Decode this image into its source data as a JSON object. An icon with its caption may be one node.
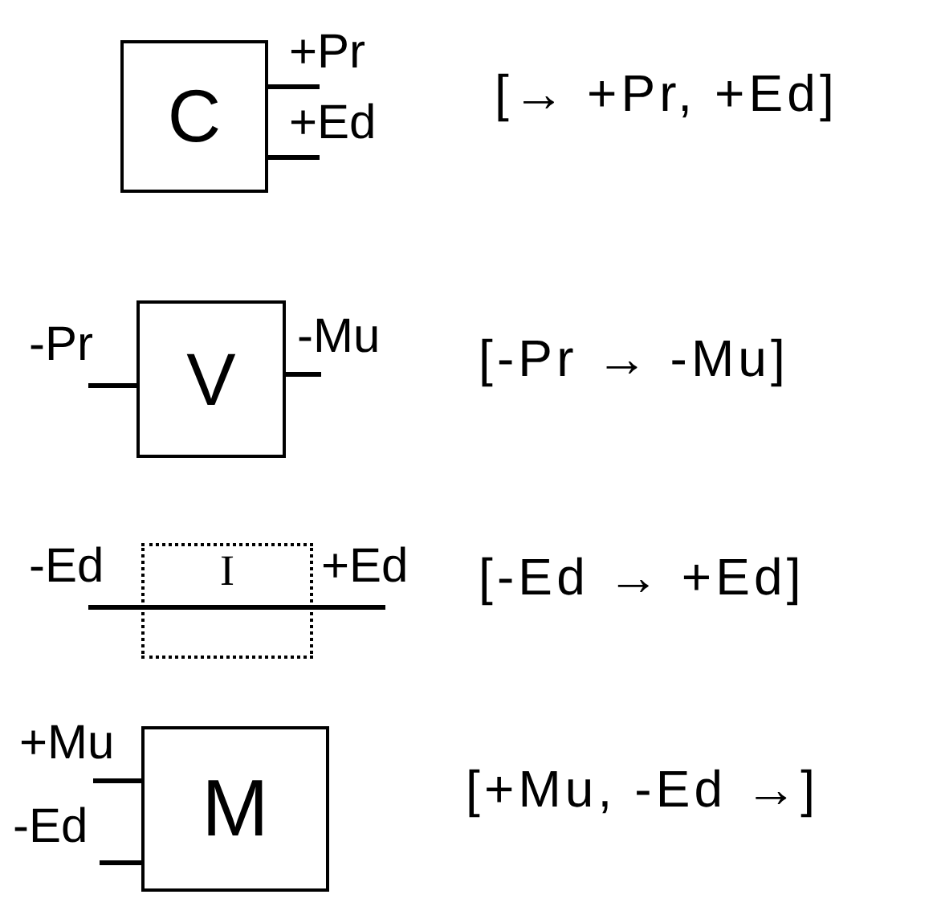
{
  "diagram": {
    "nodes": [
      {
        "text": [
          "C"
        ]
      },
      {
        "text": [
          "V"
        ]
      },
      {
        "text": [
          "I"
        ]
      },
      {
        "text": [
          "M"
        ]
      }
    ],
    "edges": [
      {
        "from": 0,
        "to": null,
        "arrow": "none",
        "label": "+Pr"
      },
      {
        "from": 0,
        "to": null,
        "arrow": "none",
        "label": "+Ed"
      },
      {
        "from": null,
        "to": 1,
        "arrow": "none",
        "label": "-Pr"
      },
      {
        "from": 1,
        "to": null,
        "arrow": "none",
        "label": "-Mu"
      },
      {
        "from": null,
        "to": 2,
        "arrow": "none",
        "label": "-Ed"
      },
      {
        "from": 2,
        "to": null,
        "arrow": "none",
        "label": "+Ed"
      },
      {
        "from": null,
        "to": 3,
        "arrow": "none",
        "label": "+Mu"
      },
      {
        "from": null,
        "to": 3,
        "arrow": "none",
        "label": "-Ed"
      }
    ],
    "labels": [
      "[→ +Pr, +Ed]",
      "[-Pr → -Mu]",
      "[-Ed → +Ed]",
      "[+Mu, -Ed →]"
    ]
  }
}
